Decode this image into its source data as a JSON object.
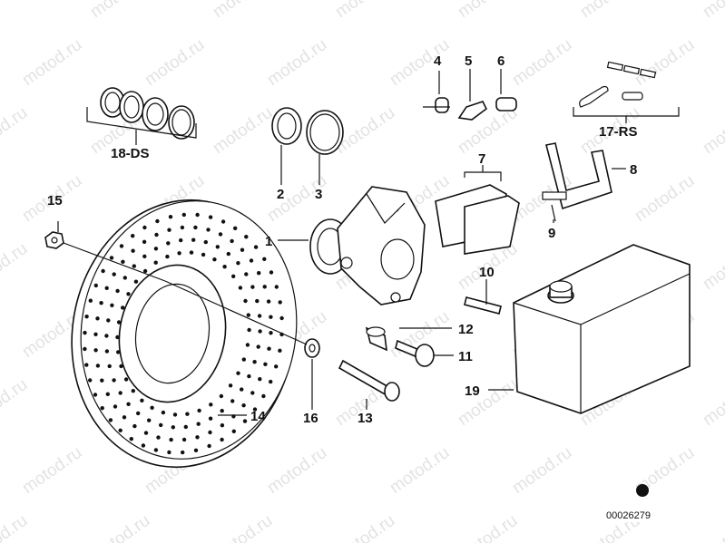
{
  "watermark": "motod.ru",
  "image_code": "00026279",
  "labels": {
    "p1": "1",
    "p2": "2",
    "p3": "3",
    "p4": "4",
    "p5": "5",
    "p6": "6",
    "p7": "7",
    "p8": "8",
    "p9": "9",
    "p10": "10",
    "p11": "11",
    "p12": "12",
    "p13": "13",
    "p14": "14",
    "p15": "15",
    "p16": "16",
    "p17": "17-RS",
    "p18": "18-DS",
    "p19": "19"
  }
}
